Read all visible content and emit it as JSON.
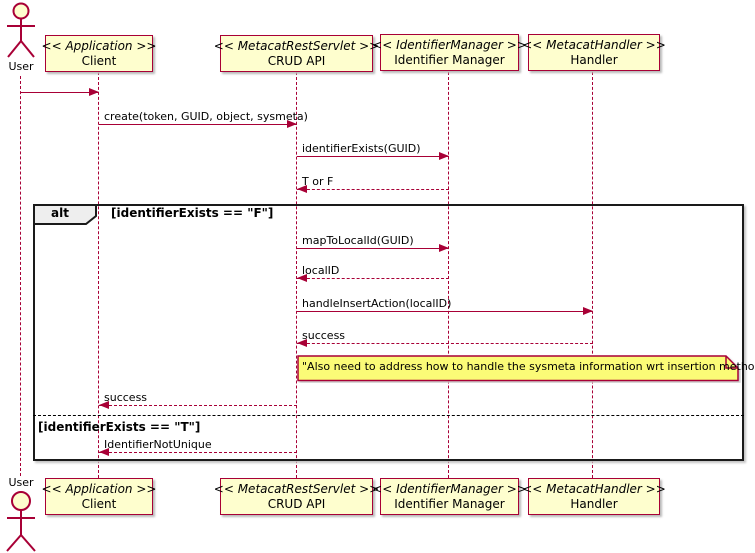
{
  "diagram_type": "uml-sequence",
  "colors": {
    "accent": "#A80036",
    "participant_fill": "#FEFECE",
    "note_fill": "#FBFB77",
    "frame_border": "#1a1a1a",
    "frame_tab_fill": "#EEEEEE",
    "background": "#FFFFFF"
  },
  "actor": {
    "top_label": "User",
    "bottom_label": "User"
  },
  "participants": [
    {
      "stereotype": "<< Application >>",
      "name": "Client"
    },
    {
      "stereotype": "<< MetacatRestServlet >>",
      "name": "CRUD API"
    },
    {
      "stereotype": "<< IdentifierManager >>",
      "name": "Identifier Manager"
    },
    {
      "stereotype": "<< MetacatHandler >>",
      "name": "Handler"
    }
  ],
  "messages": [
    {
      "from": "User",
      "to": "Client",
      "label": "",
      "style": "solid"
    },
    {
      "from": "Client",
      "to": "CRUD API",
      "label": "create(token, GUID, object, sysmeta)",
      "style": "solid"
    },
    {
      "from": "CRUD API",
      "to": "Identifier Manager",
      "label": "identifierExists(GUID)",
      "style": "solid"
    },
    {
      "from": "Identifier Manager",
      "to": "CRUD API",
      "label": "T or F",
      "style": "dashed"
    },
    {
      "from": "CRUD API",
      "to": "Identifier Manager",
      "label": "mapToLocalId(GUID)",
      "style": "solid"
    },
    {
      "from": "Identifier Manager",
      "to": "CRUD API",
      "label": "localID",
      "style": "dashed"
    },
    {
      "from": "CRUD API",
      "to": "Handler",
      "label": "handleInsertAction(localID)",
      "style": "solid"
    },
    {
      "from": "Handler",
      "to": "CRUD API",
      "label": "success",
      "style": "dashed"
    },
    {
      "from": "CRUD API",
      "to": "Client",
      "label": "success",
      "style": "dashed"
    },
    {
      "from": "CRUD API",
      "to": "Client",
      "label": "IdentifierNotUnique",
      "style": "dashed"
    }
  ],
  "alt_frame": {
    "operator": "alt",
    "guards": [
      "[identifierExists == \"F\"]",
      "[identifierExists == \"T\"]"
    ]
  },
  "note": {
    "text": "\"Also need to address how to handle the sysmeta information wrt insertion methods\""
  }
}
